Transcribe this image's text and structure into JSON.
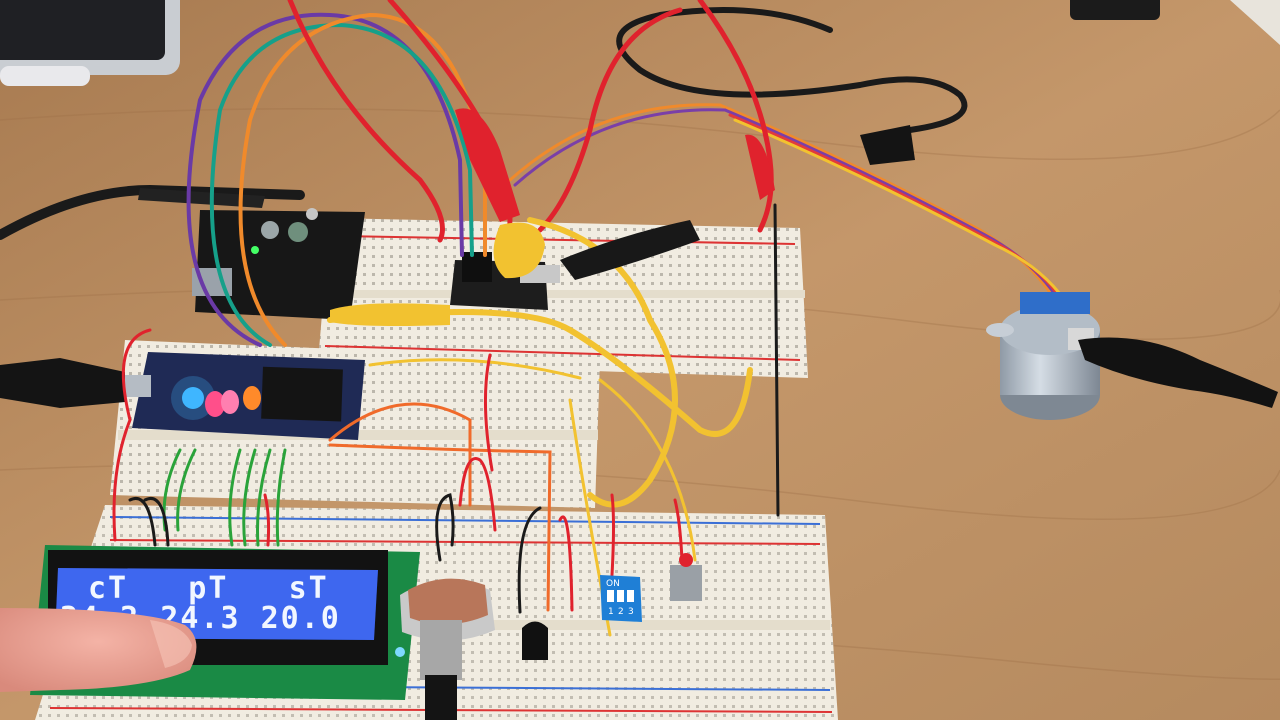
{
  "lcd": {
    "line1": "cT   pT   sT",
    "line2": "24.2 24.3 20.0"
  },
  "dip_switch": {
    "on_label": "ON",
    "positions": [
      "1",
      "2",
      "3"
    ]
  },
  "colors": {
    "table": "#b88a5e",
    "breadboard": "#f1ece1",
    "lcd_backlight": "#2f5bea",
    "lcd_text": "#f2f7ff",
    "pcb_board": "#1f2a55",
    "dip_switch": "#1f7fd6",
    "led_blue": "#3fb6ff",
    "led_pink": "#ff4f8a",
    "led_orange": "#ff8a2a"
  }
}
